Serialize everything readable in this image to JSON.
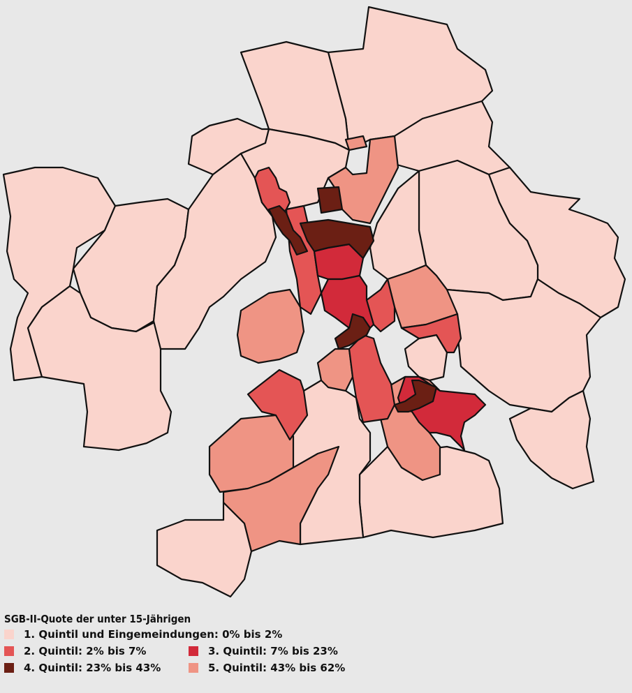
{
  "legend": {
    "title": "SGB-II-Quote der unter 15-Jährigen",
    "items": [
      {
        "key": "q1",
        "label": "1. Quintil und Eingemeindungen: 0% bis 2%",
        "color": "#fad4cc"
      },
      {
        "key": "q2",
        "label": "2. Quintil: 2% bis 7%",
        "color": "#e45555"
      },
      {
        "key": "q3",
        "label": "3. Quintil: 7% bis 23%",
        "color": "#d22a3a"
      },
      {
        "key": "q4",
        "label": "4. Quintil: 23% bis 43%",
        "color": "#6b1f14"
      },
      {
        "key": "q5",
        "label": "5. Quintil: 43% bis 62%",
        "color": "#ef9484"
      }
    ]
  },
  "map": {
    "background": "#e8e8e8",
    "outline": "#111111",
    "regions": [
      {
        "id": "nordost-oben",
        "quintil": "q1"
      },
      {
        "id": "nord-oben",
        "quintil": "q1"
      },
      {
        "id": "nord-mitte",
        "quintil": "q1"
      },
      {
        "id": "nordost-rechts",
        "quintil": "q1"
      },
      {
        "id": "ost-weit",
        "quintil": "q1"
      },
      {
        "id": "ost-aussen",
        "quintil": "q1"
      },
      {
        "id": "west-weit",
        "quintil": "q1"
      },
      {
        "id": "west-mitte",
        "quintil": "q1"
      },
      {
        "id": "west-innen",
        "quintil": "q1"
      },
      {
        "id": "nordwest-innen",
        "quintil": "q1"
      },
      {
        "id": "zentrum-nord-ring",
        "quintil": "q1"
      },
      {
        "id": "ost-innen",
        "quintil": "q1"
      },
      {
        "id": "suedost",
        "quintil": "q1"
      },
      {
        "id": "suedost-aussen",
        "quintil": "q1"
      },
      {
        "id": "sued",
        "quintil": "q1"
      },
      {
        "id": "suedwest-aussen",
        "quintil": "q1"
      },
      {
        "id": "sued-zentral",
        "quintil": "q1"
      },
      {
        "id": "zentrum-sued-klein",
        "quintil": "q1"
      },
      {
        "id": "nord-keil",
        "quintil": "q5"
      },
      {
        "id": "west-zentrum",
        "quintil": "q5"
      },
      {
        "id": "ost-zentrum",
        "quintil": "q5"
      },
      {
        "id": "suedwest-1",
        "quintil": "q5"
      },
      {
        "id": "suedwest-2",
        "quintil": "q5"
      },
      {
        "id": "sued-mitte",
        "quintil": "q5"
      },
      {
        "id": "zentrum-sued",
        "quintil": "q5"
      },
      {
        "id": "nordwest-zentral",
        "quintil": "q2"
      },
      {
        "id": "zentrum-west-band",
        "quintil": "q2"
      },
      {
        "id": "west-sued",
        "quintil": "q2"
      },
      {
        "id": "sued-zentrum-band",
        "quintil": "q2"
      },
      {
        "id": "ost-keil",
        "quintil": "q2"
      },
      {
        "id": "zentrum-ost",
        "quintil": "q2"
      },
      {
        "id": "zentrum-mitte",
        "quintil": "q3"
      },
      {
        "id": "altstadt",
        "quintil": "q3"
      },
      {
        "id": "suedost-band",
        "quintil": "q3"
      },
      {
        "id": "nord-dunkel-1",
        "quintil": "q4"
      },
      {
        "id": "nord-dunkel-2",
        "quintil": "q4"
      },
      {
        "id": "nord-dunkel-3",
        "quintil": "q4"
      },
      {
        "id": "zentrum-dunkel",
        "quintil": "q4"
      },
      {
        "id": "suedost-dunkel",
        "quintil": "q4"
      }
    ]
  }
}
